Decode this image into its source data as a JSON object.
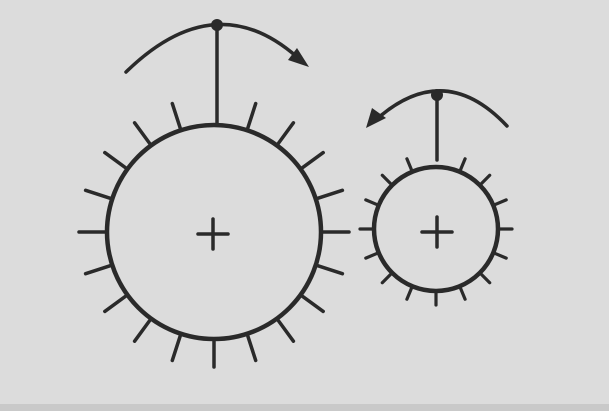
{
  "colors": {
    "paper": "#dcdcdc",
    "ink": "#2a2a2a",
    "edge_shadow": "#c9c9c9"
  },
  "diagram": {
    "description_icons": [
      "center-cross-icon",
      "rotation-arrow-icon"
    ],
    "gears": [
      {
        "name": "large-gear",
        "tick_count": 20,
        "rotation": "clockwise"
      },
      {
        "name": "small-gear",
        "tick_count": 16,
        "rotation": "counterclockwise"
      }
    ]
  }
}
